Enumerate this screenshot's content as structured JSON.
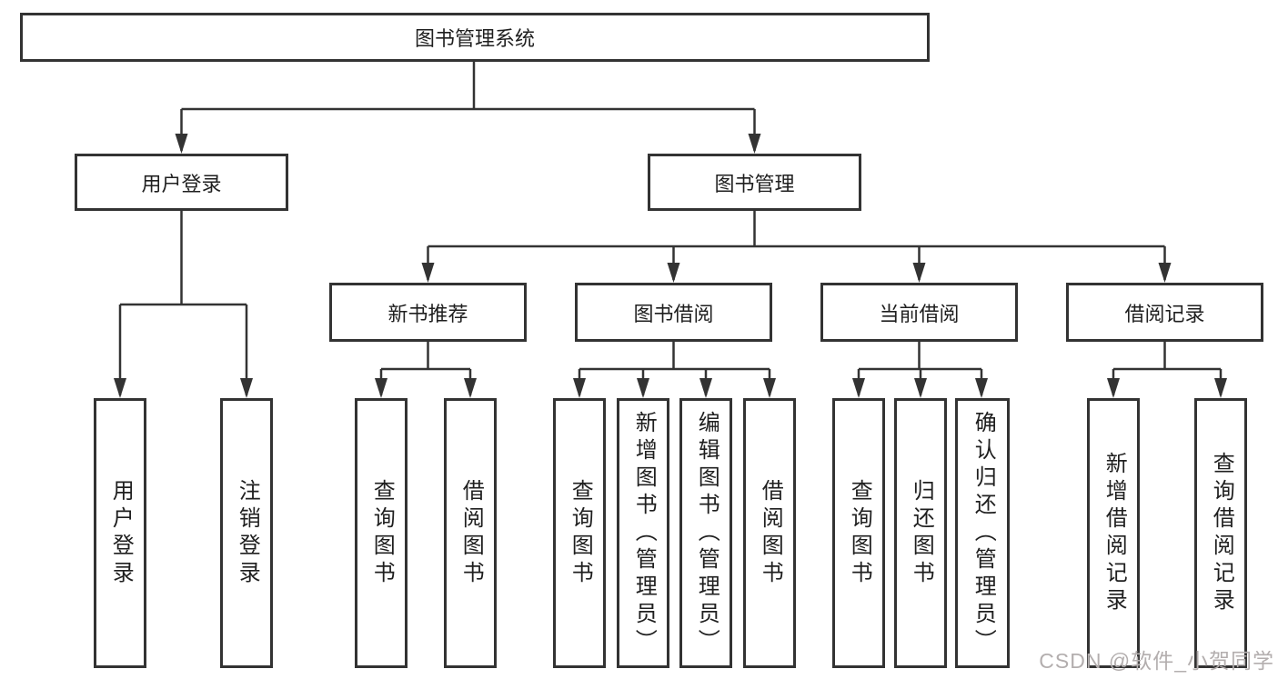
{
  "diagram": {
    "title_note": "functional decomposition tree of a library management system",
    "nodes": {
      "root": {
        "label": "图书管理系统"
      },
      "level2": [
        {
          "label": "用户登录"
        },
        {
          "label": "图书管理"
        }
      ],
      "level3": [
        {
          "label": "新书推荐"
        },
        {
          "label": "图书借阅"
        },
        {
          "label": "当前借阅"
        },
        {
          "label": "借阅记录"
        }
      ],
      "leaves_user_login": [
        "用户登录",
        "注销登录"
      ],
      "leaves_new_book": [
        "查询图书",
        "借阅图书"
      ],
      "leaves_book_borrow": [
        "查询图书",
        "新增图书（管理员）",
        "编辑图书（管理员）",
        "借阅图书"
      ],
      "leaves_current_borrow": [
        "查询图书",
        "归还图书",
        "确认归还（管理员）"
      ],
      "leaves_borrow_record": [
        "新增借阅记录",
        "查询借阅记录"
      ]
    },
    "colors": {
      "box_border": "#333333",
      "connector_line": "#333333",
      "arrowhead": "#333333",
      "text": "#1f1f1f",
      "background": "#ffffff",
      "watermark_text": "#b3aeae"
    }
  },
  "watermark": {
    "text": "CSDN @软件_小贺同学"
  }
}
